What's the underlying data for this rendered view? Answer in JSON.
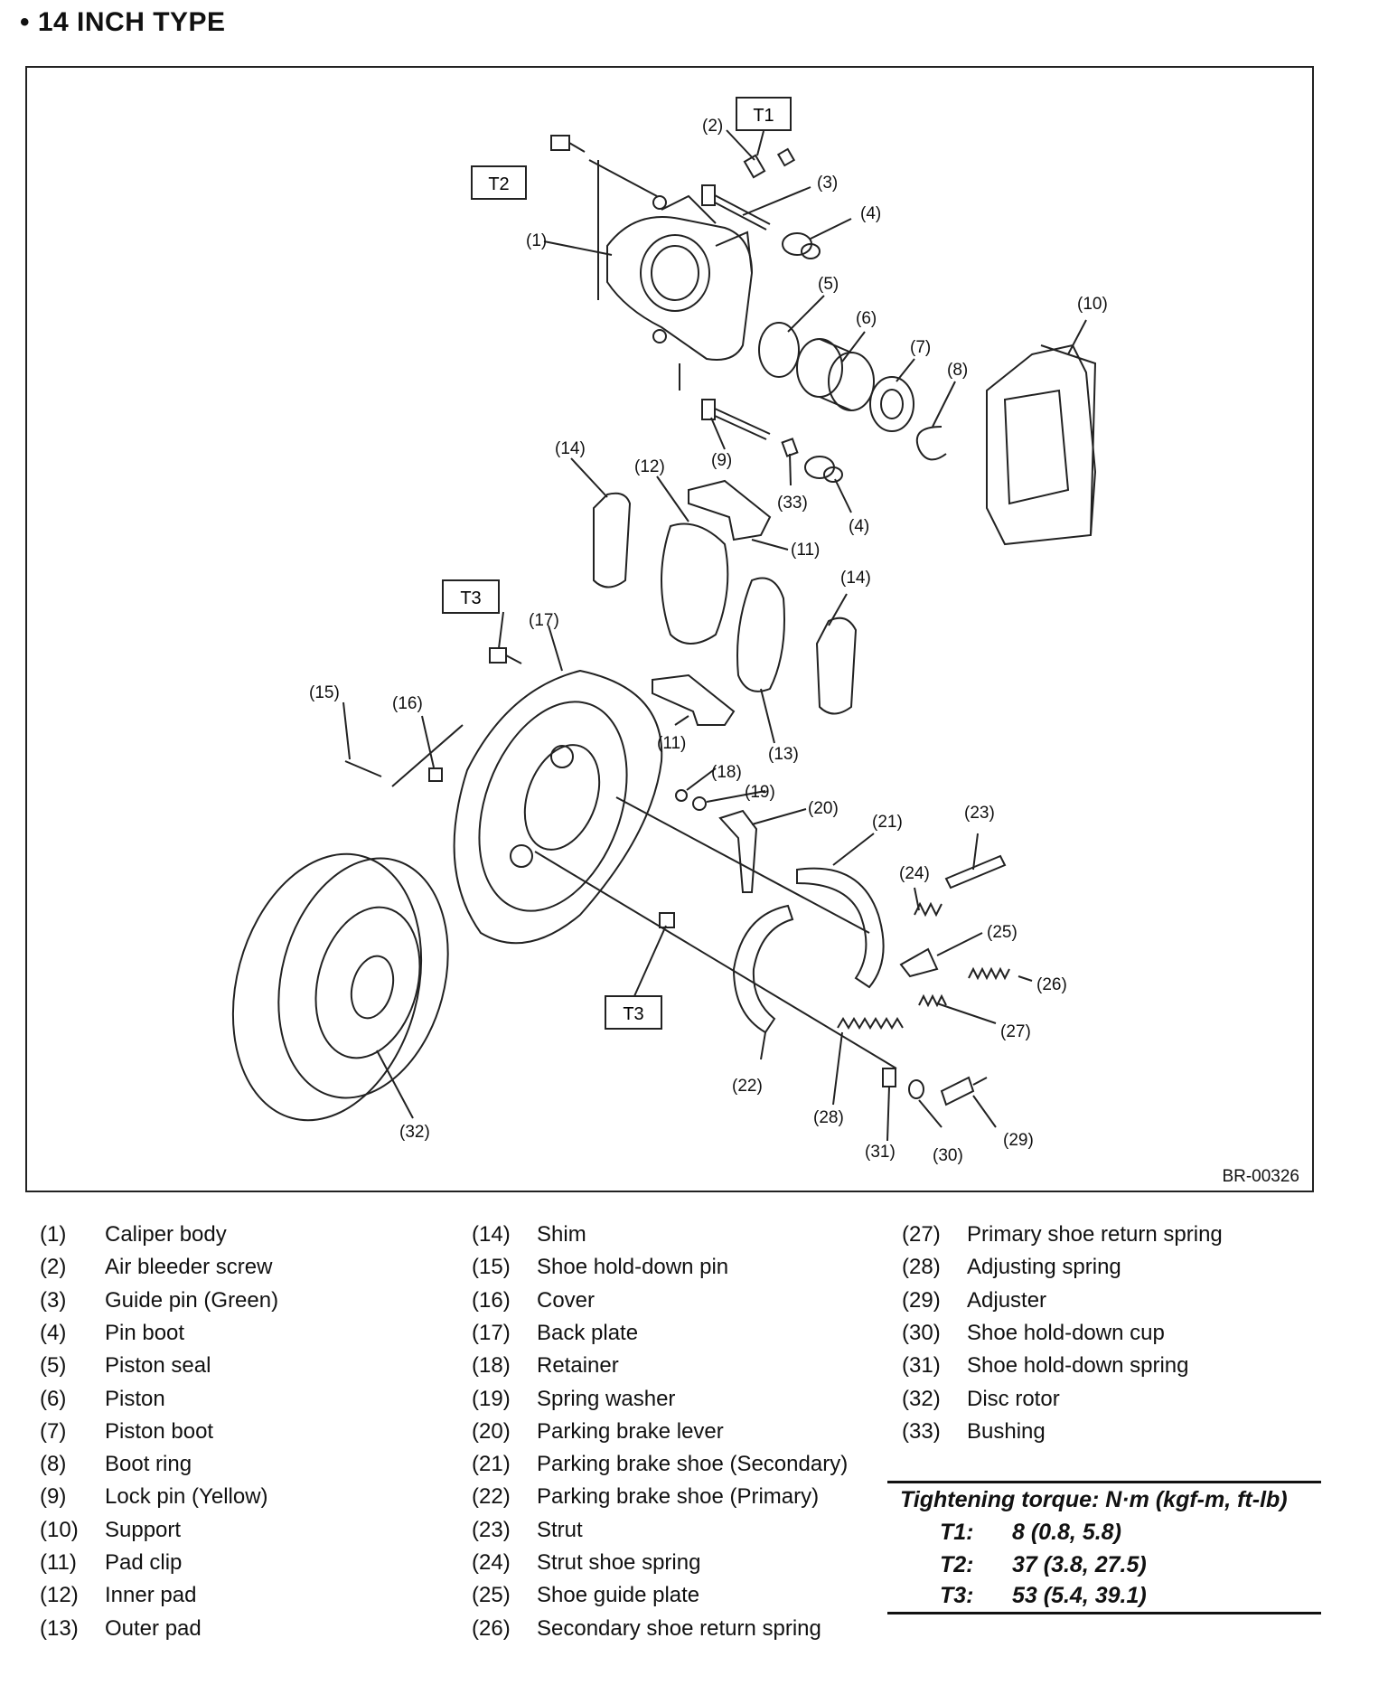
{
  "title": "• 14 INCH TYPE",
  "figure_code": "BR-00326",
  "torque_tags": [
    "T1",
    "T2",
    "T3",
    "T3"
  ],
  "callouts": [
    "(1)",
    "(2)",
    "(3)",
    "(4)",
    "(4)",
    "(5)",
    "(6)",
    "(7)",
    "(8)",
    "(9)",
    "(10)",
    "(11)",
    "(11)",
    "(12)",
    "(13)",
    "(14)",
    "(14)",
    "(15)",
    "(16)",
    "(17)",
    "(18)",
    "(19)",
    "(20)",
    "(21)",
    "(22)",
    "(23)",
    "(24)",
    "(25)",
    "(26)",
    "(27)",
    "(28)",
    "(29)",
    "(30)",
    "(31)",
    "(32)",
    "(33)"
  ],
  "legend": {
    "columns": [
      [
        {
          "num": "(1)",
          "name": "Caliper body"
        },
        {
          "num": "(2)",
          "name": "Air bleeder screw"
        },
        {
          "num": "(3)",
          "name": "Guide pin (Green)"
        },
        {
          "num": "(4)",
          "name": "Pin boot"
        },
        {
          "num": "(5)",
          "name": "Piston seal"
        },
        {
          "num": "(6)",
          "name": "Piston"
        },
        {
          "num": "(7)",
          "name": "Piston boot"
        },
        {
          "num": "(8)",
          "name": "Boot ring"
        },
        {
          "num": "(9)",
          "name": "Lock pin (Yellow)"
        },
        {
          "num": "(10)",
          "name": "Support"
        },
        {
          "num": "(11)",
          "name": "Pad clip"
        },
        {
          "num": "(12)",
          "name": "Inner pad"
        },
        {
          "num": "(13)",
          "name": "Outer pad"
        }
      ],
      [
        {
          "num": "(14)",
          "name": "Shim"
        },
        {
          "num": "(15)",
          "name": "Shoe hold-down pin"
        },
        {
          "num": "(16)",
          "name": "Cover"
        },
        {
          "num": "(17)",
          "name": "Back plate"
        },
        {
          "num": "(18)",
          "name": "Retainer"
        },
        {
          "num": "(19)",
          "name": "Spring washer"
        },
        {
          "num": "(20)",
          "name": "Parking brake lever"
        },
        {
          "num": "(21)",
          "name": "Parking brake shoe (Secondary)"
        },
        {
          "num": "(22)",
          "name": "Parking brake shoe (Primary)"
        },
        {
          "num": "(23)",
          "name": "Strut"
        },
        {
          "num": "(24)",
          "name": "Strut shoe spring"
        },
        {
          "num": "(25)",
          "name": "Shoe guide plate"
        },
        {
          "num": "(26)",
          "name": "Secondary shoe return spring"
        }
      ],
      [
        {
          "num": "(27)",
          "name": "Primary shoe return spring"
        },
        {
          "num": "(28)",
          "name": "Adjusting spring"
        },
        {
          "num": "(29)",
          "name": "Adjuster"
        },
        {
          "num": "(30)",
          "name": "Shoe hold-down cup"
        },
        {
          "num": "(31)",
          "name": "Shoe hold-down spring"
        },
        {
          "num": "(32)",
          "name": "Disc rotor"
        },
        {
          "num": "(33)",
          "name": "Bushing"
        }
      ]
    ]
  },
  "torque": {
    "title": "Tightening torque: N·m (kgf-m, ft-lb)",
    "rows": [
      {
        "key": "T1:",
        "value": "8 (0.8, 5.8)"
      },
      {
        "key": "T2:",
        "value": "37 (3.8, 27.5)"
      },
      {
        "key": "T3:",
        "value": "53 (5.4, 39.1)"
      }
    ]
  }
}
